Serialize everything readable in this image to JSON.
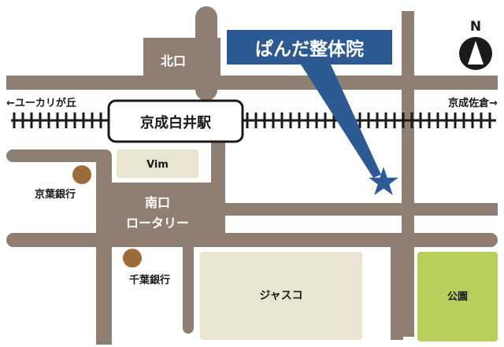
{
  "map": {
    "clinic": {
      "name": "ぱんだ整体院",
      "color": "#2d5a92"
    },
    "station": {
      "name": "京成白井駅"
    },
    "exits": {
      "north": "北口",
      "south_line1": "南口",
      "south_line2": "ロータリー"
    },
    "directions": {
      "left": "←ユーカリが丘",
      "right": "京成佐倉→"
    },
    "landmarks": {
      "vim": "Vim",
      "jusco": "ジャスコ",
      "park": "公園",
      "bank1": "京葉銀行",
      "bank2": "千葉銀行"
    },
    "compass": {
      "label": "N",
      "icon": "north-arrow-icon"
    },
    "colors": {
      "road": "#8f7f73",
      "building": "#ebe3d2",
      "park": "#b5cf5a",
      "bank_dot": "#9c6c3a",
      "rail": "#1a1a1a"
    }
  }
}
